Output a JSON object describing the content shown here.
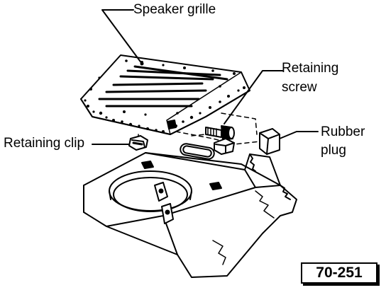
{
  "diagram": {
    "labels": {
      "speaker_grille": "Speaker grille",
      "retaining_screw_line1": "Retaining",
      "retaining_screw_line2": "screw",
      "retaining_clip": "Retaining clip",
      "rubber_plug_line1": "Rubber",
      "rubber_plug_line2": "plug"
    },
    "figure_number": "70-251"
  }
}
